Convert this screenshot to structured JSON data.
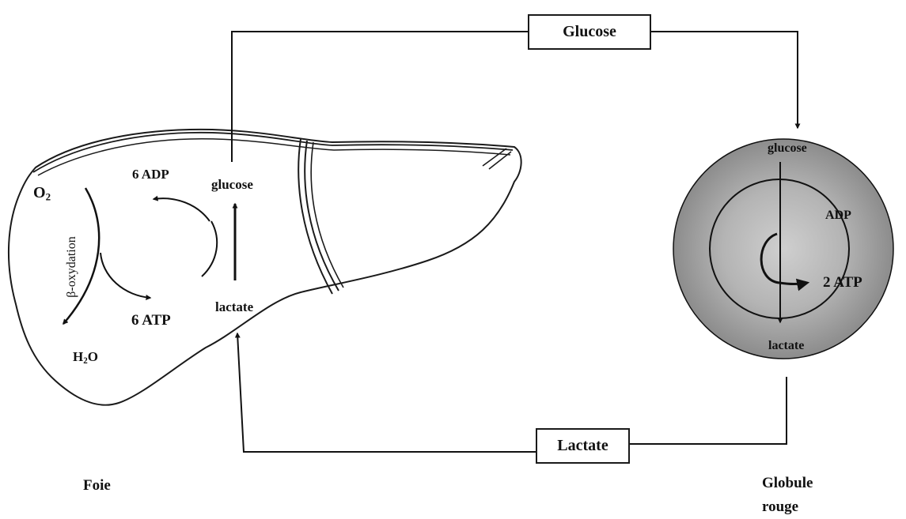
{
  "boxes": {
    "glucose": "Glucose",
    "lactate": "Lactate"
  },
  "liver": {
    "caption": "Foie",
    "o2_main": "O",
    "o2_sub": "2",
    "beta_oxidation": "β-oxydation",
    "adp": "6 ADP",
    "atp": "6 ATP",
    "glucose": "glucose",
    "lactate": "lactate",
    "h2o_h": "H",
    "h2o_sub": "2",
    "h2o_o": "O"
  },
  "rbc": {
    "caption_line1": "Globule",
    "caption_line2": "rouge",
    "glucose": "glucose",
    "adp": "ADP",
    "atp": "2 ATP",
    "lactate": "lactate",
    "outer_fill": "#8c8c8c",
    "inner_fill": "#cfcfcf"
  }
}
